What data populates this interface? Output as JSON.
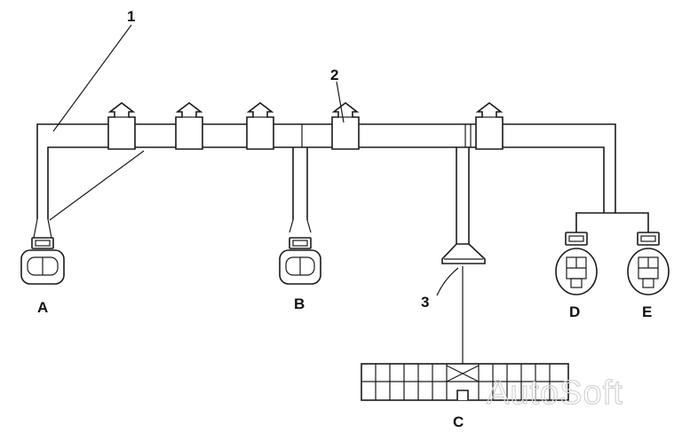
{
  "labels": {
    "callout_1": "1",
    "callout_2": "2",
    "callout_3": "3",
    "connector_a": "A",
    "connector_b": "B",
    "connector_c": "C",
    "connector_d": "D",
    "connector_e": "E"
  },
  "watermark": "AutoSoft"
}
